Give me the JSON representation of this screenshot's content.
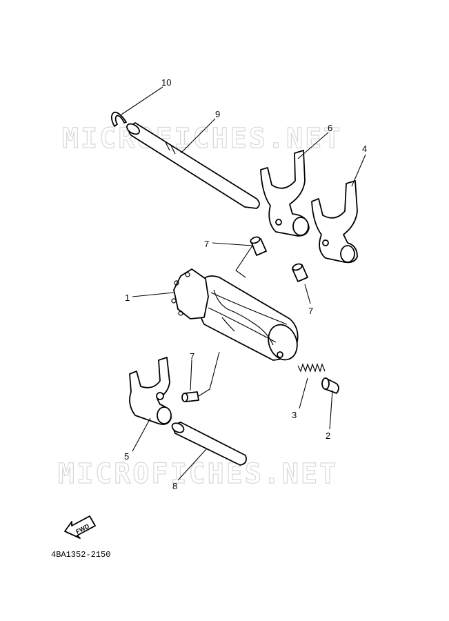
{
  "watermark": {
    "text": "MICROFICHES.NET"
  },
  "callouts": {
    "p1": "1",
    "p2": "2",
    "p3": "3",
    "p4": "4",
    "p5": "5",
    "p6": "6",
    "p7a": "7",
    "p7b": "7",
    "p7c": "7",
    "p8": "8",
    "p9": "9",
    "p10": "10"
  },
  "fwd_label": "FWD",
  "diagram_code": "4BA1352-2150"
}
